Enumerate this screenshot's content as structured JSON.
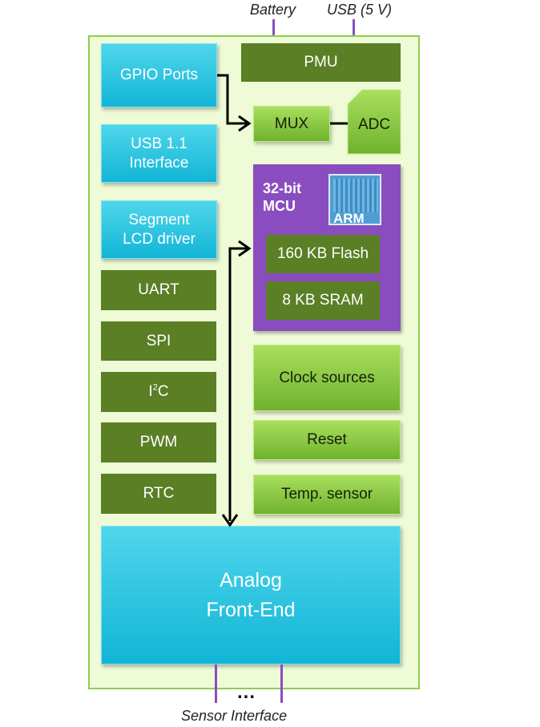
{
  "labels": {
    "battery": "Battery",
    "usb_5v": "USB (5 V)",
    "sensor_interface": "Sensor Interface",
    "ellipsis": "..."
  },
  "left_blocks": {
    "gpio": "GPIO Ports",
    "usb_interface": "USB 1.1\nInterface",
    "segment_lcd": "Segment\nLCD driver",
    "uart": "UART",
    "spi": "SPI",
    "i2c_base": "I",
    "i2c_sup": "2",
    "i2c_tail": "C",
    "pwm": "PWM",
    "rtc": "RTC"
  },
  "right_blocks": {
    "pmu": "PMU",
    "mux": "MUX",
    "adc": "ADC",
    "clock_sources": "Clock sources",
    "reset": "Reset",
    "temp_sensor": "Temp. sensor"
  },
  "mcu": {
    "title": "32-bit\nMCU",
    "logo": "ARM",
    "flash": "160 KB Flash",
    "sram": "8 KB SRAM"
  },
  "afe": {
    "label": "Analog\nFront-End"
  },
  "colors": {
    "chip_bg": "#eefbd6",
    "chip_border": "#8fce52",
    "cyan": "#12b5d6",
    "dark_green": "#5a7f24",
    "light_green": "#8fcc45",
    "purple": "#8a4dbf"
  }
}
